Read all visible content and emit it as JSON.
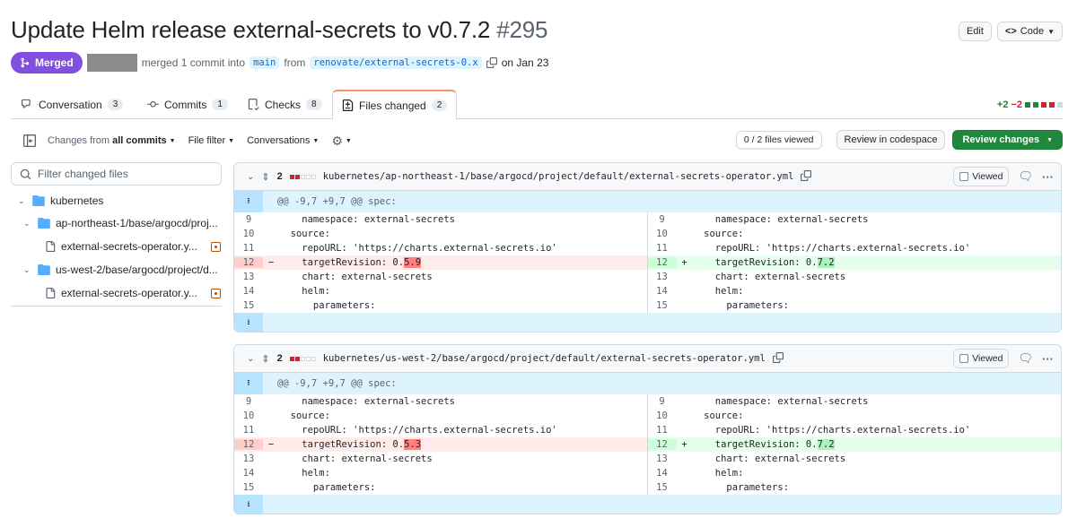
{
  "header": {
    "title": "Update Helm release external-secrets to v0.7.2",
    "number": "#295",
    "edit_label": "Edit",
    "code_label": "Code"
  },
  "meta": {
    "state": "Merged",
    "text_merged": "merged 1 commit into",
    "base_branch": "main",
    "text_from": "from",
    "head_branch": "renovate/external-secrets-0.x",
    "date": "on Jan 23"
  },
  "tabs": [
    {
      "label": "Conversation",
      "count": "3"
    },
    {
      "label": "Commits",
      "count": "1"
    },
    {
      "label": "Checks",
      "count": "8"
    },
    {
      "label": "Files changed",
      "count": "2"
    }
  ],
  "diffstat": {
    "additions": "+2",
    "deletions": "−2"
  },
  "toolbar": {
    "changes_from_prefix": "Changes from",
    "changes_from_value": "all commits",
    "file_filter": "File filter",
    "conversations": "Conversations",
    "files_viewed": "0 / 2 files viewed",
    "review_codespace": "Review in codespace",
    "review_changes": "Review changes"
  },
  "sidebar": {
    "filter_placeholder": "Filter changed files",
    "tree": [
      {
        "label": "kubernetes",
        "type": "folder"
      },
      {
        "label": "ap-northeast-1/base/argocd/proj...",
        "type": "folder"
      },
      {
        "label": "external-secrets-operator.y...",
        "type": "file"
      },
      {
        "label": "us-west-2/base/argocd/project/d...",
        "type": "folder"
      },
      {
        "label": "external-secrets-operator.y...",
        "type": "file"
      }
    ]
  },
  "files": [
    {
      "changes": "2",
      "path": "kubernetes/ap-northeast-1/base/argocd/project/default/external-secrets-operator.yml",
      "viewed_label": "Viewed",
      "hunk": "@@ -9,7 +9,7 @@ spec:",
      "left": [
        {
          "n": "9",
          "code": "    namespace: external-secrets"
        },
        {
          "n": "10",
          "code": "  source:"
        },
        {
          "n": "11",
          "code": "    repoURL: 'https://charts.external-secrets.io'"
        },
        {
          "n": "12",
          "marker": "−",
          "code_pre": "    targetRevision: 0.",
          "code_hl": "5.9",
          "type": "del"
        },
        {
          "n": "13",
          "code": "    chart: external-secrets"
        },
        {
          "n": "14",
          "code": "    helm:"
        },
        {
          "n": "15",
          "code": "      parameters:"
        }
      ],
      "right": [
        {
          "n": "9",
          "code": "    namespace: external-secrets"
        },
        {
          "n": "10",
          "code": "  source:"
        },
        {
          "n": "11",
          "code": "    repoURL: 'https://charts.external-secrets.io'"
        },
        {
          "n": "12",
          "marker": "+",
          "code_pre": "    targetRevision: 0.",
          "code_hl": "7.2",
          "type": "add"
        },
        {
          "n": "13",
          "code": "    chart: external-secrets"
        },
        {
          "n": "14",
          "code": "    helm:"
        },
        {
          "n": "15",
          "code": "      parameters:"
        }
      ]
    },
    {
      "changes": "2",
      "path": "kubernetes/us-west-2/base/argocd/project/default/external-secrets-operator.yml",
      "viewed_label": "Viewed",
      "hunk": "@@ -9,7 +9,7 @@ spec:",
      "left": [
        {
          "n": "9",
          "code": "    namespace: external-secrets"
        },
        {
          "n": "10",
          "code": "  source:"
        },
        {
          "n": "11",
          "code": "    repoURL: 'https://charts.external-secrets.io'"
        },
        {
          "n": "12",
          "marker": "−",
          "code_pre": "    targetRevision: 0.",
          "code_hl": "5.3",
          "type": "del"
        },
        {
          "n": "13",
          "code": "    chart: external-secrets"
        },
        {
          "n": "14",
          "code": "    helm:"
        },
        {
          "n": "15",
          "code": "      parameters:"
        }
      ],
      "right": [
        {
          "n": "9",
          "code": "    namespace: external-secrets"
        },
        {
          "n": "10",
          "code": "  source:"
        },
        {
          "n": "11",
          "code": "    repoURL: 'https://charts.external-secrets.io'"
        },
        {
          "n": "12",
          "marker": "+",
          "code_pre": "    targetRevision: 0.",
          "code_hl": "7.2",
          "type": "add"
        },
        {
          "n": "13",
          "code": "    chart: external-secrets"
        },
        {
          "n": "14",
          "code": "    helm:"
        },
        {
          "n": "15",
          "code": "      parameters:"
        }
      ]
    }
  ],
  "colors": {
    "merged": "#8250df",
    "addition": "#1a7f37",
    "deletion": "#d1242f",
    "link": "#0969da",
    "folder": "#54aeff"
  }
}
